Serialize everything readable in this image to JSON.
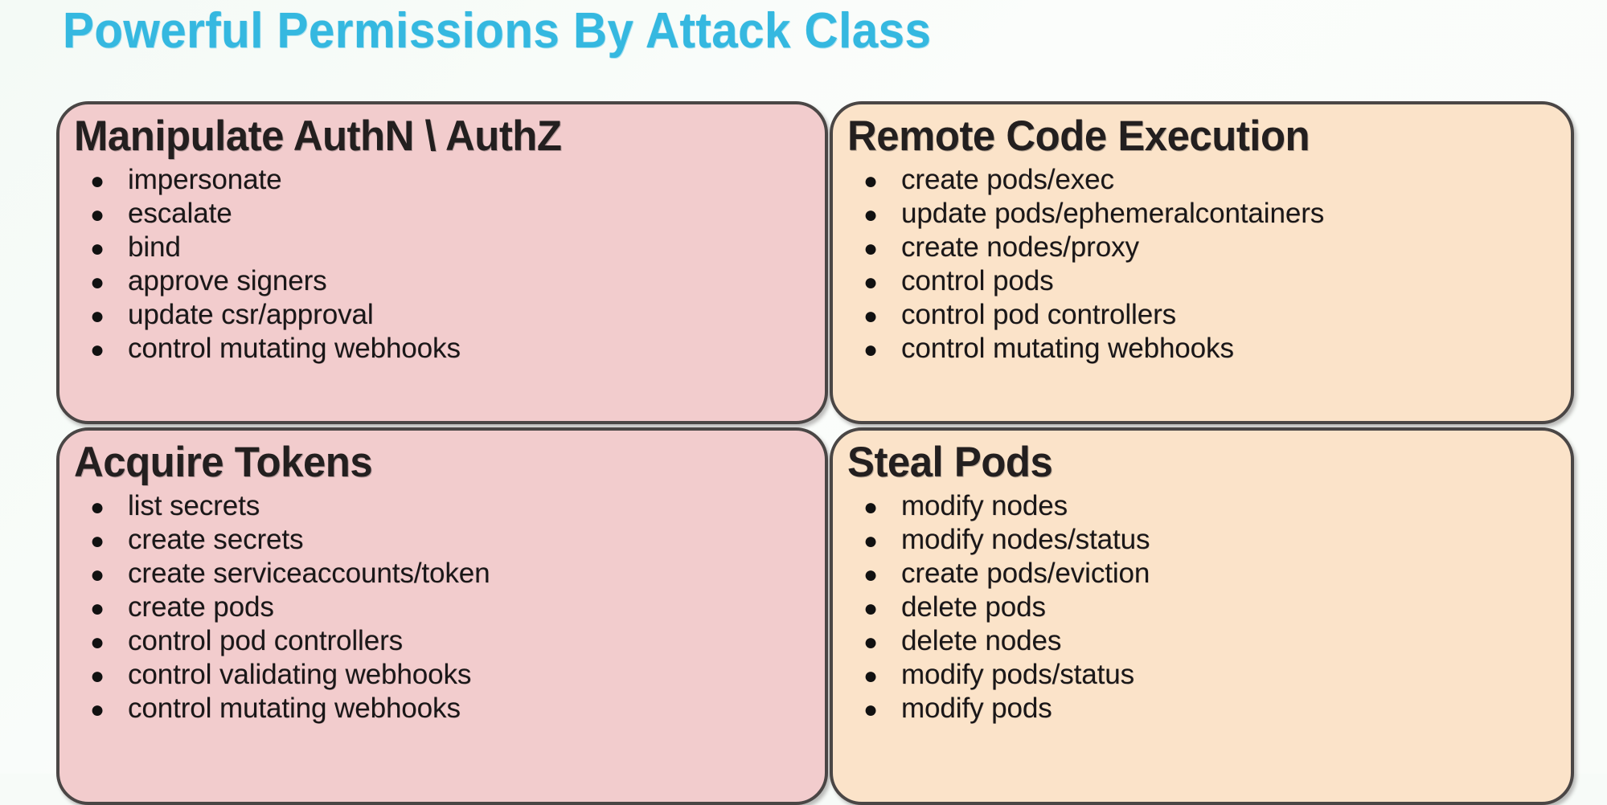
{
  "slide": {
    "title": "Powerful Permissions By Attack Class",
    "background_color": "#f7fbf8",
    "title_color": "#35b8e0"
  },
  "colors": {
    "pink_panel": "#f2cccd",
    "peach_panel": "#fbe3c9",
    "panel_border": "#4a4645",
    "body_text": "#1a1718",
    "heading_text": "#231f1f"
  },
  "bullet_glyph": "●",
  "panels": [
    {
      "id": "manipulate-authn-authz",
      "title": "Manipulate AuthN \\ AuthZ",
      "color": "#f2cccd",
      "items": [
        "impersonate",
        "escalate",
        "bind",
        "approve signers",
        "update csr/approval",
        "control mutating webhooks"
      ]
    },
    {
      "id": "remote-code-execution",
      "title": "Remote Code Execution",
      "color": "#fbe3c9",
      "items": [
        "create pods/exec",
        "update pods/ephemeralcontainers",
        "create nodes/proxy",
        "control pods",
        "control pod controllers",
        "control mutating webhooks"
      ]
    },
    {
      "id": "acquire-tokens",
      "title": "Acquire Tokens",
      "color": "#f2cccd",
      "items": [
        "list secrets",
        "create secrets",
        "create serviceaccounts/token",
        "create pods",
        "control pod controllers",
        "control validating webhooks",
        "control mutating webhooks"
      ]
    },
    {
      "id": "steal-pods",
      "title": "Steal Pods",
      "color": "#fbe3c9",
      "items": [
        "modify nodes",
        "modify nodes/status",
        "create pods/eviction",
        "delete pods",
        "delete nodes",
        "modify pods/status",
        "modify pods"
      ]
    }
  ]
}
